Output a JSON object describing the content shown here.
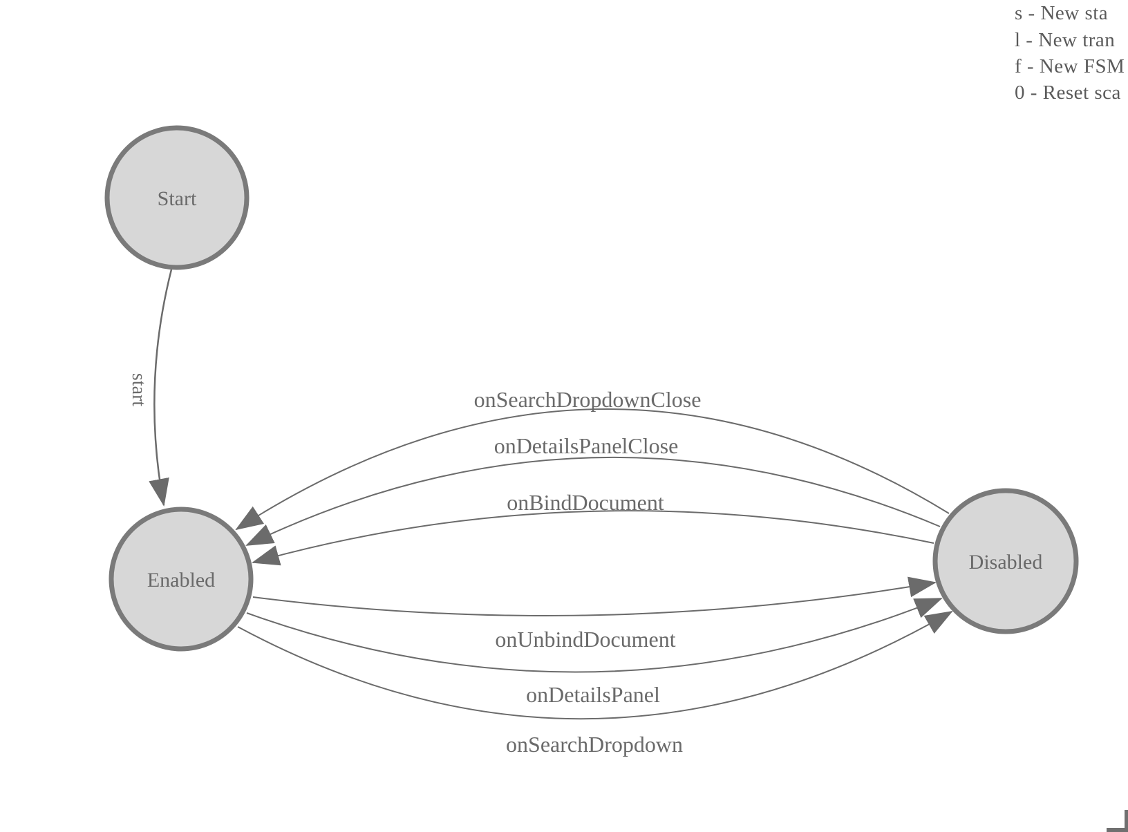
{
  "colors": {
    "background": "#ffffff",
    "node_fill": "#d7d7d7",
    "node_stroke": "#7a7a7a",
    "edge_stroke": "#6b6b6b",
    "arrow_fill": "#6b6b6b",
    "label_text": "#6a6a6a",
    "legend_text": "#5a5a5a"
  },
  "legend": {
    "lines": [
      "s - New sta",
      "l - New tran",
      "f - New FSM",
      "0 - Reset sca"
    ]
  },
  "nodes": {
    "start": {
      "label": "Start"
    },
    "enabled": {
      "label": "Enabled"
    },
    "disabled": {
      "label": "Disabled"
    }
  },
  "start_edge": {
    "label": "start",
    "from": "Start",
    "to": "Enabled"
  },
  "transitions": [
    {
      "label": "onSearchDropdownClose",
      "from": "Disabled",
      "to": "Enabled"
    },
    {
      "label": "onDetailsPanelClose",
      "from": "Disabled",
      "to": "Enabled"
    },
    {
      "label": "onBindDocument",
      "from": "Disabled",
      "to": "Enabled"
    },
    {
      "label": "onUnbindDocument",
      "from": "Enabled",
      "to": "Disabled"
    },
    {
      "label": "onDetailsPanel",
      "from": "Enabled",
      "to": "Disabled"
    },
    {
      "label": "onSearchDropdown",
      "from": "Enabled",
      "to": "Disabled"
    }
  ]
}
